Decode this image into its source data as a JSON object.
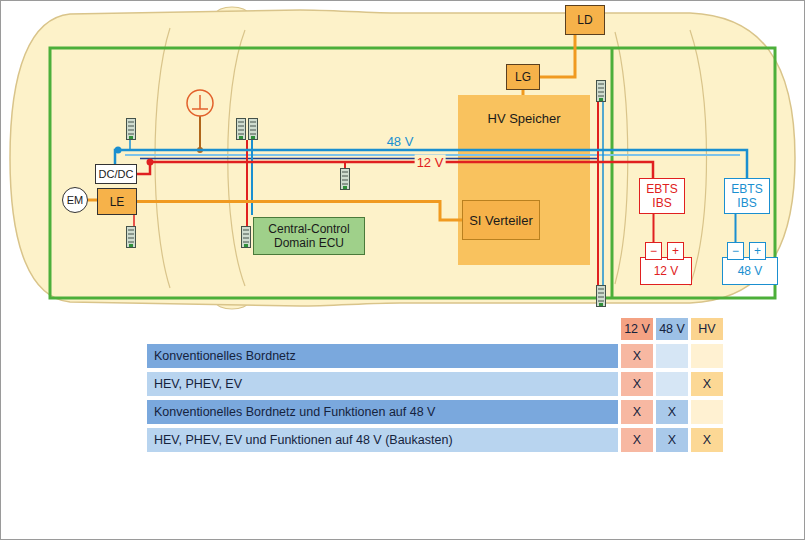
{
  "diagram": {
    "nodes": [
      {
        "text": [
          "LD"
        ]
      },
      {
        "text": [
          "LG"
        ]
      },
      {
        "text": [
          "HV Speicher"
        ]
      },
      {
        "text": [
          "SI Verteiler"
        ],
        "in": 2
      },
      {
        "text": [
          "DC/DC"
        ]
      },
      {
        "text": [
          "EM"
        ]
      },
      {
        "text": [
          "LE"
        ]
      },
      {
        "text": [
          "Central-Control Domain ECU"
        ]
      },
      {
        "text": [
          "EBTS IBS"
        ]
      },
      {
        "text": [
          "EBTS IBS"
        ]
      },
      {
        "text": [
          "12 V"
        ]
      },
      {
        "text": [
          "−"
        ]
      },
      {
        "text": [
          "+"
        ]
      },
      {
        "text": [
          "48 V"
        ]
      },
      {
        "text": [
          "−"
        ]
      },
      {
        "text": [
          "+"
        ]
      }
    ],
    "edges": [
      {
        "from": 0,
        "to": 1,
        "arrow": "none"
      },
      {
        "from": 1,
        "to": 2,
        "arrow": "none"
      },
      {
        "from": 5,
        "to": 6,
        "arrow": "none"
      },
      {
        "from": 6,
        "to": 3,
        "arrow": "none"
      },
      {
        "from": 4,
        "to": 9,
        "label": "48 V",
        "arrow": "none"
      },
      {
        "from": 4,
        "to": 8,
        "label": "12 V",
        "arrow": "none"
      },
      {
        "from": 8,
        "to": 11,
        "arrow": "none"
      },
      {
        "from": 9,
        "to": 14,
        "arrow": "none"
      }
    ],
    "labels": [
      "12 V",
      "48 V",
      "HV",
      "Konventionelles Bordnetz",
      "X",
      "HEV, PHEV, EV",
      "X",
      "X",
      "Konventionelles Bordnetz und Funktionen auf 48 V",
      "X",
      "X",
      "HEV, PHEV, EV und Funktionen auf 48 V (Baukasten)",
      "X",
      "X",
      "X"
    ]
  }
}
